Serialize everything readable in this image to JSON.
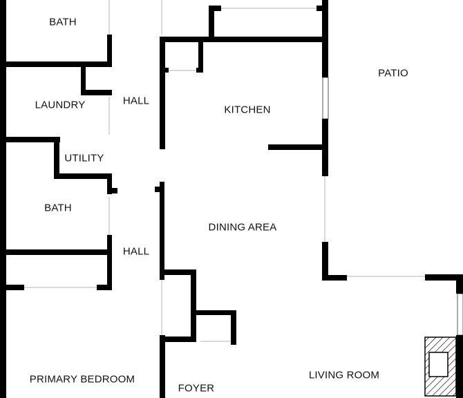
{
  "colors": {
    "wall": "#000000",
    "window": "#d9d9d9",
    "background": "#ffffff"
  },
  "rooms": {
    "bath_upper": "BATH",
    "laundry": "LAUNDRY",
    "hall_upper": "HALL",
    "kitchen": "KITCHEN",
    "patio": "PATIO",
    "utility": "UTILITY",
    "bath_lower": "BATH",
    "dining_area": "DINING AREA",
    "hall_lower": "HALL",
    "primary_bedroom": "PRIMARY BEDROOM",
    "foyer": "FOYER",
    "living_room": "LIVING ROOM"
  },
  "fixtures": {
    "fireplace_icon": "fireplace-icon"
  }
}
